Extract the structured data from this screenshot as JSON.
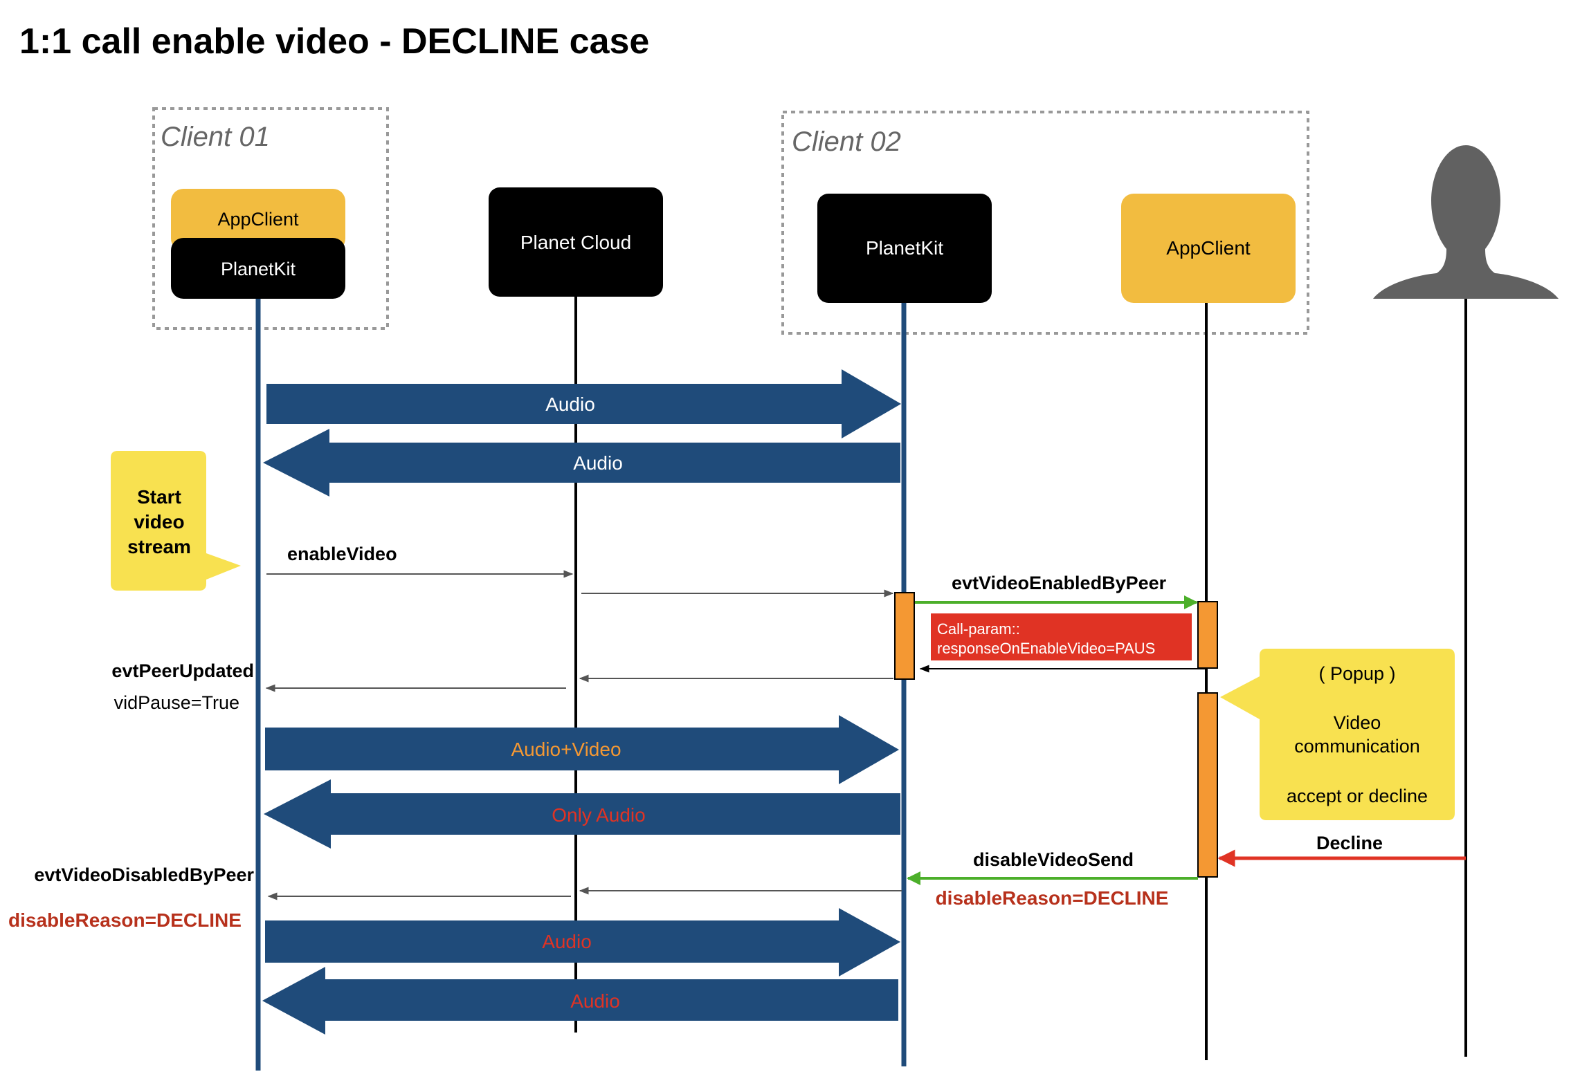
{
  "title": "1:1 call enable video - DECLINE case",
  "groups": {
    "client1": "Client 01",
    "client2": "Client 02"
  },
  "participants": {
    "c1_app": "AppClient",
    "c1_kit": "PlanetKit",
    "cloud": "Planet Cloud",
    "c2_kit": "PlanetKit",
    "c2_app": "AppClient",
    "user": "person-silhouette-icon"
  },
  "streams": {
    "s1": "Audio",
    "s2": "Audio",
    "s3": "Audio+Video",
    "s4": "Only Audio",
    "s5": "Audio",
    "s6": "Audio"
  },
  "notes": {
    "start_video": [
      "Start",
      "video",
      "stream"
    ],
    "popup": [
      "( Popup )",
      "Video",
      "communication",
      "accept or decline"
    ]
  },
  "messages": {
    "enable_video": "enableVideo",
    "evt_video_enabled": "evtVideoEnabledByPeer",
    "call_param": [
      "Call-param::",
      "responseOnEnableVideo=PAUS"
    ],
    "evt_peer_updated": "evtPeerUpdated",
    "vid_pause": "vidPause=True",
    "decline": "Decline",
    "disable_video_send": "disableVideoSend",
    "disable_reason_c2": "disableReason=DECLINE",
    "evt_video_disabled": "evtVideoDisabledByPeer",
    "disable_reason_c1": "disableReason=DECLINE"
  },
  "colors": {
    "stream_fill": "#1f4b7a",
    "app_client": "#f2bc40",
    "dark_box": "#000000",
    "activation": "#f49833",
    "green_arrow": "#4caf2a",
    "red_arrow": "#e03324",
    "orange_text": "#f49833",
    "red_text": "#e03324",
    "dark_red_text": "#b7311c",
    "note_yellow": "#f8e150",
    "lifeline_blue": "#1f4b7a"
  }
}
